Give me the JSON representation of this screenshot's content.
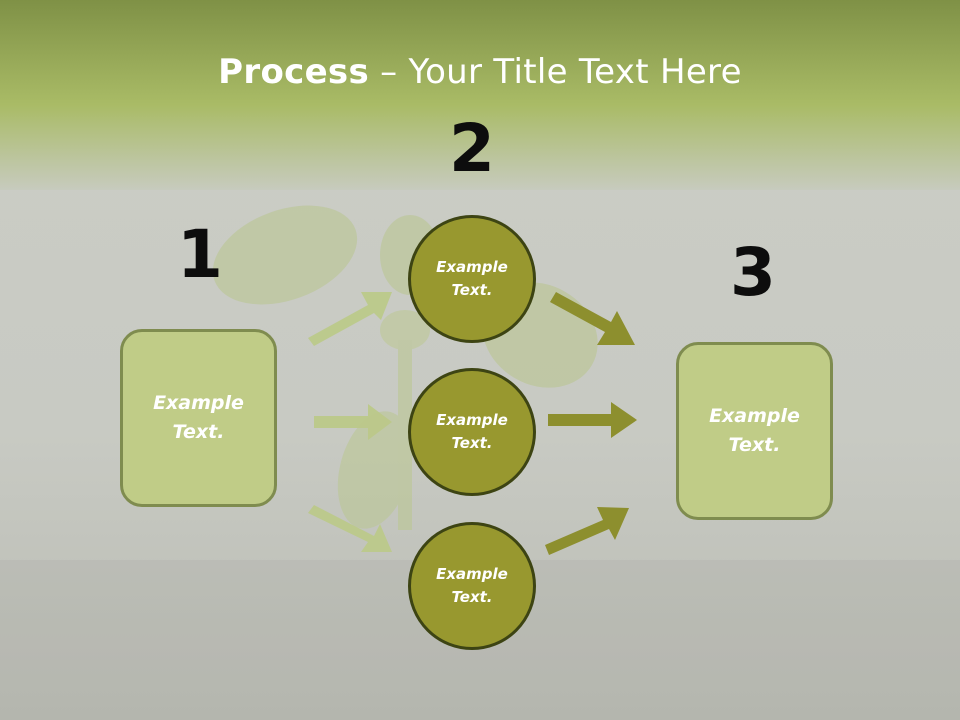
{
  "slide": {
    "title_bold": "Process",
    "title_rest": " – Your Title Text Here",
    "step_numbers": [
      "1",
      "2",
      "3"
    ],
    "left_box_text": "Example Text.",
    "right_box_text": "Example Text.",
    "circles": [
      "Example Text.",
      "Example Text.",
      "Example Text."
    ]
  },
  "colors": {
    "header_green": "#a9bb66",
    "box_fill": "#c0cc87",
    "box_border": "#7f8c4f",
    "circle_fill": "#98982f",
    "circle_border": "#3d4413",
    "arrow_light": "#bcc98a",
    "arrow_dark": "#8d8f2e"
  }
}
